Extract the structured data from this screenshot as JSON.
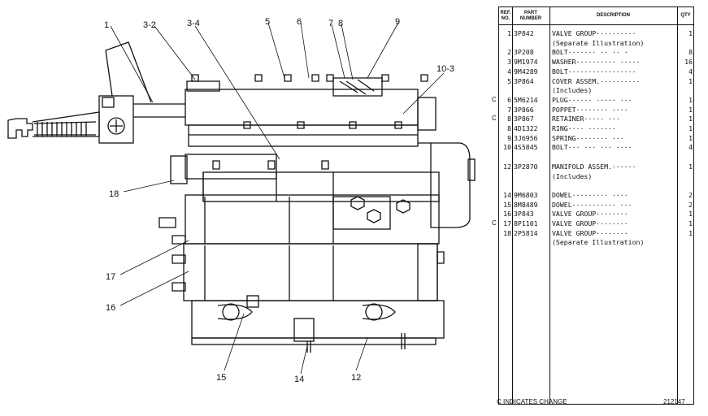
{
  "callouts": {
    "c1": "1",
    "c3_2": "3-2",
    "c3_4": "3-4",
    "c5": "5",
    "c6": "6",
    "c7": "7",
    "c8": "8",
    "c9": "9",
    "c10_3": "10-3",
    "c18": "18",
    "c17": "17",
    "c16": "16",
    "c15": "15",
    "c14": "14",
    "c12": "12"
  },
  "table": {
    "headers": {
      "ref": "REF.\nNO.",
      "part": "PART\nNUMBER",
      "desc": "DESCRIPTION",
      "qty": "QTY"
    },
    "rows": [
      {
        "chg": "",
        "ref": "1",
        "part": "3P842",
        "desc": "VALVE GROUP··········",
        "qty": "1"
      },
      {
        "chg": "",
        "ref": "",
        "part": "",
        "desc": "(Separate Illustration)",
        "qty": ""
      },
      {
        "chg": "",
        "ref": "2",
        "part": "3P208",
        "desc": "BOLT······· ·· ·· ·",
        "qty": "8"
      },
      {
        "chg": "",
        "ref": "3",
        "part": "9M1974",
        "desc": "WASHER·········· ·····",
        "qty": "16"
      },
      {
        "chg": "",
        "ref": "4",
        "part": "9M4289",
        "desc": "BOLT·················",
        "qty": "4"
      },
      {
        "chg": "",
        "ref": "5",
        "part": "3P864",
        "desc": "COVER ASSEM.··········",
        "qty": "1"
      },
      {
        "chg": "",
        "ref": "",
        "part": "",
        "desc": "(Includes)",
        "qty": ""
      },
      {
        "chg": "C",
        "ref": "6",
        "part": "5M6214",
        "desc": "PLUG······ ····· ···",
        "qty": "1"
      },
      {
        "chg": "",
        "ref": "7",
        "part": "3P866",
        "desc": "POPPET········ ····",
        "qty": "1"
      },
      {
        "chg": "C",
        "ref": "8",
        "part": "3P867",
        "desc": "RETAINER·····  ···",
        "qty": "1"
      },
      {
        "chg": "",
        "ref": "8",
        "part": "4D1322",
        "desc": "RING····  ·······",
        "qty": "1"
      },
      {
        "chg": "",
        "ref": "9",
        "part": "3J6956",
        "desc": "SPRING········ ···",
        "qty": "1"
      },
      {
        "chg": "",
        "ref": "10",
        "part": "4S5845",
        "desc": "BOLT··· ··· ··· ····",
        "qty": "4"
      },
      {
        "chg": "",
        "ref": "",
        "part": "",
        "desc": "",
        "qty": ""
      },
      {
        "chg": "",
        "ref": "12",
        "part": "3P2870",
        "desc": "MANIFOLD ASSEM.······",
        "qty": "1"
      },
      {
        "chg": "",
        "ref": "",
        "part": "",
        "desc": "(Includes)",
        "qty": ""
      },
      {
        "chg": "",
        "ref": "",
        "part": "",
        "desc": "",
        "qty": ""
      },
      {
        "chg": "",
        "ref": "14",
        "part": "9M6803",
        "desc": "DOWEL·········  ····",
        "qty": "2"
      },
      {
        "chg": "",
        "ref": "15",
        "part": "8M8489",
        "desc": "DOWEL··········· ···",
        "qty": "2"
      },
      {
        "chg": "",
        "ref": "16",
        "part": "3P843",
        "desc": "VALVE GROUP········",
        "qty": "1"
      },
      {
        "chg": "C",
        "ref": "17",
        "part": "8P1101",
        "desc": "VALVE GROUP········",
        "qty": "1"
      },
      {
        "chg": "",
        "ref": "18",
        "part": "2P5814",
        "desc": "VALVE GROUP········",
        "qty": "1"
      },
      {
        "chg": "",
        "ref": "",
        "part": "",
        "desc": "(Separate Illustration)",
        "qty": ""
      }
    ]
  },
  "footer": {
    "note": "C INDICATES CHANGE",
    "code": "212147"
  }
}
